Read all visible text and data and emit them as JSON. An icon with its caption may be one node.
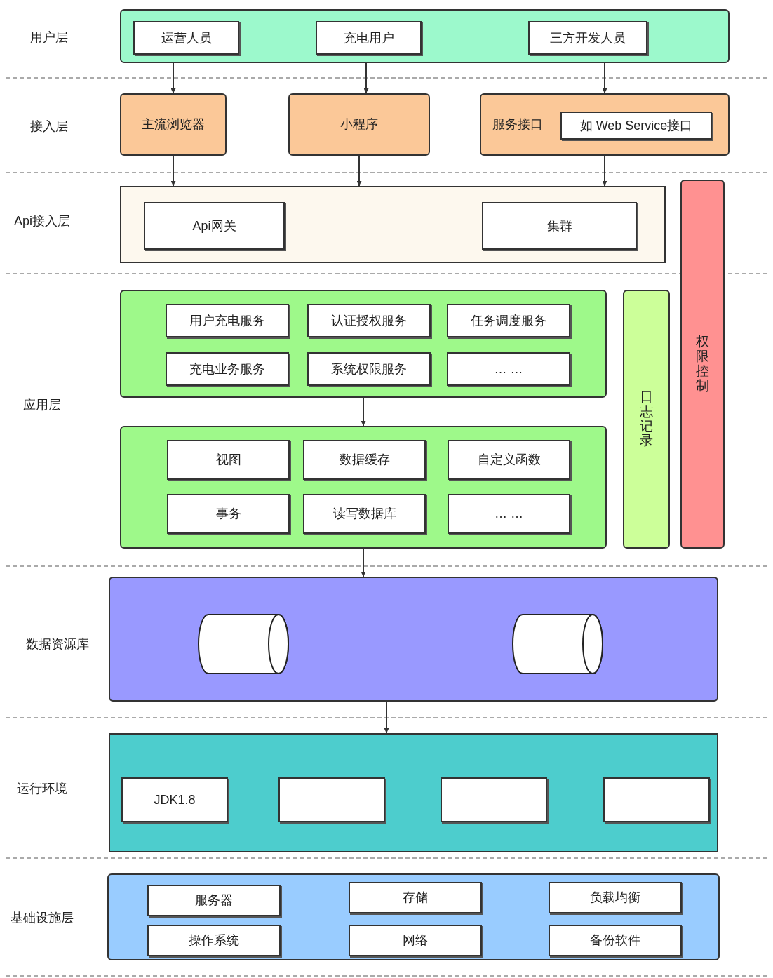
{
  "diagram": {
    "nodes": [
      {
        "text": [],
        "shape": "box"
      },
      {
        "text": [
          "运营人员"
        ],
        "in": 0
      },
      {
        "text": [
          "充电用户"
        ],
        "in": 0
      },
      {
        "text": [
          "三方开发人员"
        ],
        "in": 0
      },
      {
        "text": [
          "主流浏览器"
        ]
      },
      {
        "text": [
          "小程序"
        ]
      },
      {
        "text": [
          "服务接口"
        ]
      },
      {
        "text": [
          "如 Web Service接口"
        ],
        "in": 6
      },
      {
        "text": [],
        "shape": "box"
      },
      {
        "text": [
          "Api网关"
        ],
        "in": 8
      },
      {
        "text": [
          "集群"
        ],
        "in": 8
      },
      {
        "text": [],
        "shape": "box"
      },
      {
        "text": [
          "用户充电服务"
        ],
        "in": 11
      },
      {
        "text": [
          "认证授权服务"
        ],
        "in": 11
      },
      {
        "text": [
          "任务调度服务"
        ],
        "in": 11
      },
      {
        "text": [
          "充电业务服务"
        ],
        "in": 11
      },
      {
        "text": [
          "系统权限服务"
        ],
        "in": 11
      },
      {
        "text": [
          "… …"
        ],
        "in": 11
      },
      {
        "text": [],
        "shape": "box"
      },
      {
        "text": [
          "视图"
        ],
        "in": 18
      },
      {
        "text": [
          "数据缓存"
        ],
        "in": 18
      },
      {
        "text": [
          "自定义函数"
        ],
        "in": 18
      },
      {
        "text": [
          "事务"
        ],
        "in": 18
      },
      {
        "text": [
          "读写数据库"
        ],
        "in": 18
      },
      {
        "text": [
          "… …"
        ],
        "in": 18
      },
      {
        "text": [
          "日志记录"
        ]
      },
      {
        "text": [
          "权限控制"
        ]
      },
      {
        "text": [],
        "shape": "box"
      },
      {
        "text": [],
        "shape": "cylinder",
        "in": 27
      },
      {
        "text": [],
        "shape": "cylinder",
        "in": 27
      },
      {
        "text": [],
        "shape": "box"
      },
      {
        "text": [
          "JDK1.8"
        ],
        "in": 30
      },
      {
        "text": [],
        "shape": "box",
        "in": 30
      },
      {
        "text": [],
        "shape": "box",
        "in": 30
      },
      {
        "text": [],
        "shape": "box",
        "in": 30
      },
      {
        "text": [],
        "shape": "box"
      },
      {
        "text": [
          "服务器"
        ],
        "in": 35
      },
      {
        "text": [
          "存储"
        ],
        "in": 35
      },
      {
        "text": [
          "负载均衡"
        ],
        "in": 35
      },
      {
        "text": [
          "操作系统"
        ],
        "in": 35
      },
      {
        "text": [
          "网络"
        ],
        "in": 35
      },
      {
        "text": [
          "备份软件"
        ],
        "in": 35
      }
    ],
    "edges": [
      {
        "from": 1,
        "to": 4,
        "arrow": "to"
      },
      {
        "from": 2,
        "to": 5,
        "arrow": "to"
      },
      {
        "from": 3,
        "to": 6,
        "arrow": "to"
      },
      {
        "from": 4,
        "to": 8,
        "arrow": "to"
      },
      {
        "from": 5,
        "to": 8,
        "arrow": "to"
      },
      {
        "from": 6,
        "to": 8,
        "arrow": "to"
      },
      {
        "from": 11,
        "to": 18,
        "arrow": "to"
      },
      {
        "from": 18,
        "to": 27,
        "arrow": "to"
      },
      {
        "from": 27,
        "to": 30,
        "arrow": "to"
      }
    ],
    "labels": [
      "用户层",
      "接入层",
      "Api接入层",
      "应用层",
      "数据资源库",
      "运行环境",
      "基础设施层"
    ]
  }
}
